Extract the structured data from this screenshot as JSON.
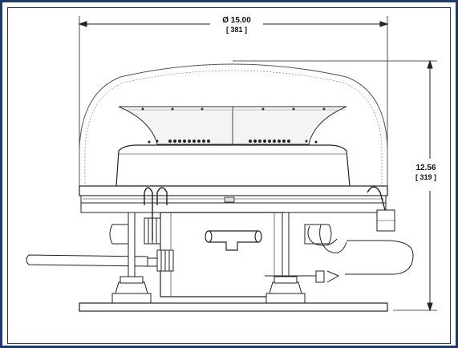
{
  "dimensions": {
    "width": {
      "primary": "Ø 15.00",
      "secondary": "[ 381 ]"
    },
    "height": {
      "primary": "12.56",
      "secondary": "[ 319 ]"
    }
  },
  "colors": {
    "border": "#1d3a6e",
    "line": "#222222",
    "background": "#ffffff"
  }
}
